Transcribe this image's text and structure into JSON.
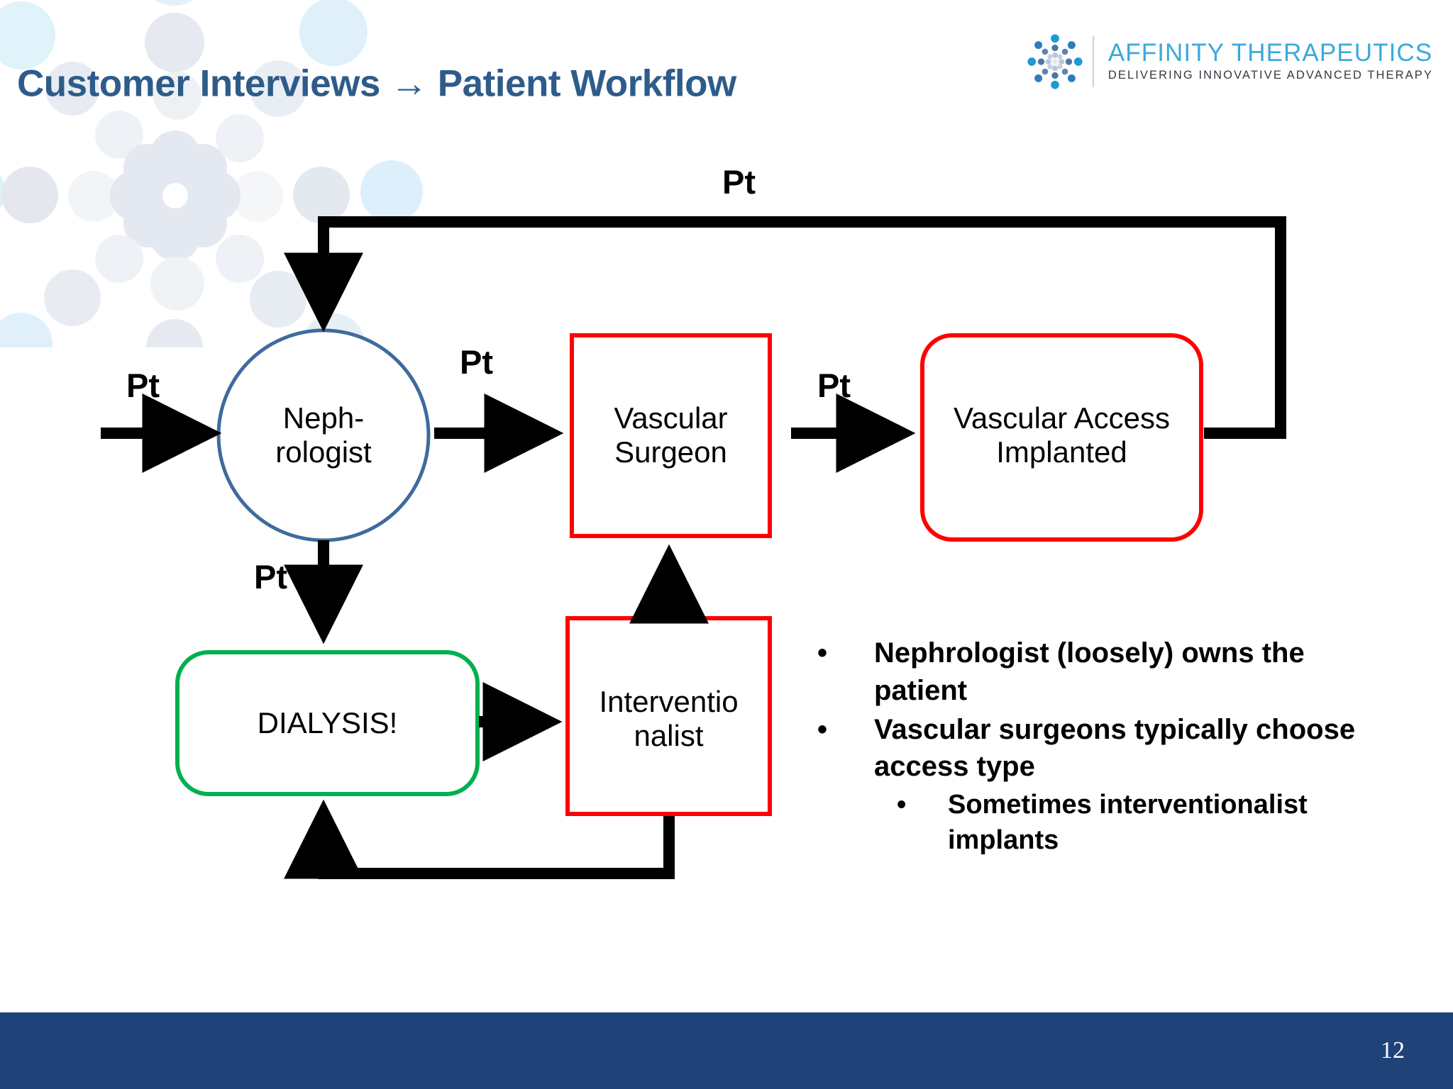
{
  "slide": {
    "title": "Customer Interviews → Patient Workflow",
    "page_number": "12",
    "title_color": "#2E5C8A",
    "footer_color": "#1F4278"
  },
  "logo": {
    "mark": "starburst-dots-icon",
    "name": "AFFINITY THERAPEUTICS",
    "tagline": "DELIVERING INNOVATIVE ADVANCED THERAPY",
    "name_color": "#3BA9DC",
    "tagline_color": "#333A40"
  },
  "diagram": {
    "nodes": [
      {
        "id": "nephrologist",
        "label": "Neph-\nrologist",
        "shape": "circle",
        "border_color": "#3F6B9C"
      },
      {
        "id": "vascular_surgeon",
        "label": "Vascular\nSurgeon",
        "shape": "rect",
        "border_color": "#FF0000"
      },
      {
        "id": "vascular_access_implanted",
        "label": "Vascular Access\nImplanted",
        "shape": "rounded-rect",
        "border_color": "#FF0000"
      },
      {
        "id": "dialysis",
        "label": "DIALYSIS!",
        "shape": "rounded-rect",
        "border_color": "#00B050"
      },
      {
        "id": "interventionalist",
        "label": "Interventio\nnalist",
        "shape": "rect",
        "border_color": "#FF0000"
      }
    ],
    "edge_labels": [
      {
        "id": "pt-top-loop",
        "text": "Pt"
      },
      {
        "id": "pt-into-nephrologist",
        "text": "Pt"
      },
      {
        "id": "pt-neph-to-surgeon",
        "text": "Pt"
      },
      {
        "id": "pt-surgeon-to-access",
        "text": "Pt"
      },
      {
        "id": "pt-neph-to-dialysis",
        "text": "Pt"
      }
    ]
  },
  "bullets": [
    {
      "level": 1,
      "marker": "•",
      "text": "Nephrologist (loosely) owns the patient"
    },
    {
      "level": 1,
      "marker": "•",
      "text": "Vascular surgeons typically choose access type"
    },
    {
      "level": 2,
      "marker": "•",
      "text": "Sometimes interventionalist implants"
    }
  ],
  "node_labels": {
    "nephrologist_line1": "Neph-",
    "nephrologist_line2": "rologist",
    "vascular_surgeon_line1": "Vascular",
    "vascular_surgeon_line2": "Surgeon",
    "vascular_access_line1": "Vascular Access",
    "vascular_access_line2": "Implanted",
    "dialysis": "DIALYSIS!",
    "interventionalist_line1": "Interventio",
    "interventionalist_line2": "nalist"
  }
}
